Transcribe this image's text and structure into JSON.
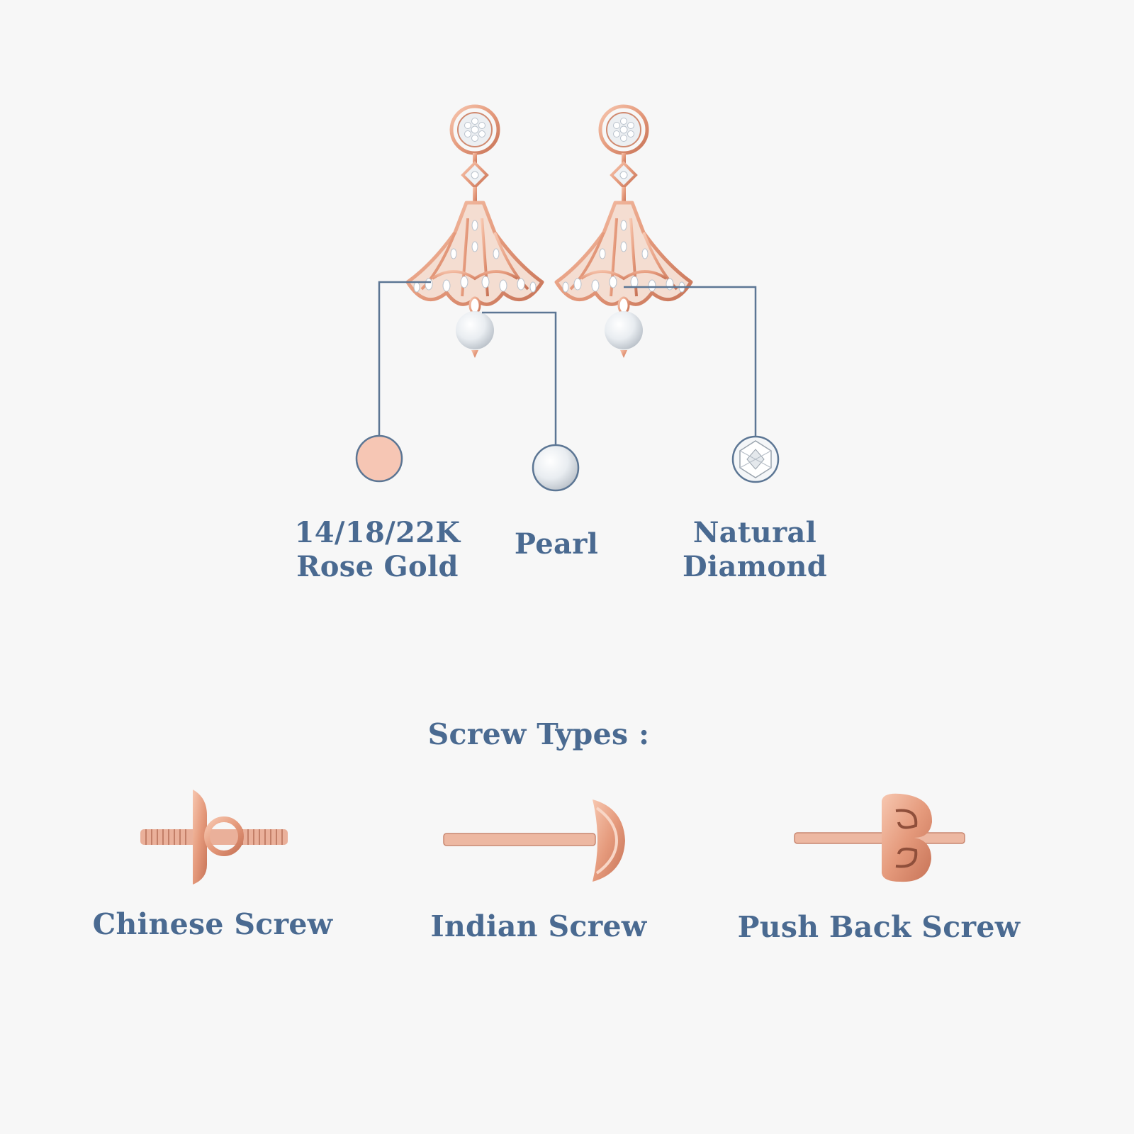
{
  "materials": {
    "gold": {
      "line1": "14/18/22K",
      "line2": "Rose Gold"
    },
    "pearl": {
      "label": "Pearl"
    },
    "diamond": {
      "line1": "Natural",
      "line2": "Diamond"
    }
  },
  "screws": {
    "title": "Screw Types :",
    "items": [
      {
        "label": "Chinese Screw",
        "icon": "chinese-screw-icon"
      },
      {
        "label": "Indian Screw",
        "icon": "indian-screw-icon"
      },
      {
        "label": "Push Back Screw",
        "icon": "push-back-screw-icon"
      }
    ]
  },
  "colors": {
    "text": "#4a6a91",
    "connector": "#5c7694",
    "rose_gold": "#f6c6b4",
    "metal": "#e9a58a",
    "metal_dark": "#c97b62",
    "background": "#f7f7f7"
  }
}
